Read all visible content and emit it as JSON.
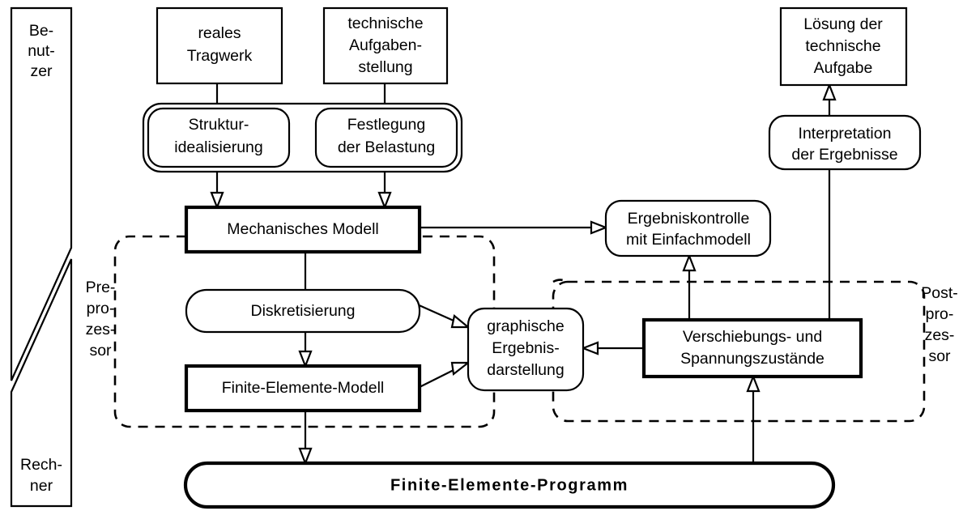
{
  "diagram": {
    "title": "Finite-Elemente-Methode Ablaufschema",
    "colors": {
      "line": "#000000",
      "fill": "#ffffff",
      "background": "#ffffff"
    },
    "lanes": [
      {
        "id": "lane-benutzer",
        "lines": [
          "Be-",
          "nut-",
          "zer"
        ]
      },
      {
        "id": "lane-rechner",
        "lines": [
          "Rech-",
          "ner"
        ]
      }
    ],
    "groups": [
      {
        "id": "group-preprozessor",
        "style": "dashed",
        "lines": [
          "Pre-",
          "pro-",
          "zes-",
          "sor"
        ]
      },
      {
        "id": "group-postprozessor",
        "style": "dashed",
        "lines": [
          "Post-",
          "pro-",
          "zes-",
          "sor"
        ]
      }
    ],
    "nodes": [
      {
        "id": "reales-tragwerk",
        "shape": "rect",
        "weight": "thin",
        "lines": [
          "reales",
          "Tragwerk"
        ]
      },
      {
        "id": "technische-aufgabenstellung",
        "shape": "rect",
        "weight": "thin",
        "lines": [
          "technische",
          "Aufgaben-",
          "stellung"
        ]
      },
      {
        "id": "strukturidealisierung",
        "shape": "rounded",
        "weight": "thin",
        "lines": [
          "Struktur-",
          "idealisierung"
        ]
      },
      {
        "id": "festlegung-der-belastung",
        "shape": "rounded",
        "weight": "thin",
        "lines": [
          "Festlegung",
          "der Belastung"
        ]
      },
      {
        "id": "mechanisches-modell",
        "shape": "rect",
        "weight": "thick",
        "lines": [
          "Mechanisches Modell"
        ]
      },
      {
        "id": "diskretisierung",
        "shape": "rounded",
        "weight": "thin",
        "lines": [
          "Diskretisierung"
        ]
      },
      {
        "id": "finite-elemente-modell",
        "shape": "rect",
        "weight": "thick",
        "lines": [
          "Finite-Elemente-Modell"
        ]
      },
      {
        "id": "graphische-ergebnisdarstellung",
        "shape": "rounded",
        "weight": "thin",
        "lines": [
          "graphische",
          "Ergebnis-",
          "darstellung"
        ]
      },
      {
        "id": "ergebniskontrolle",
        "shape": "rounded",
        "weight": "thin",
        "lines": [
          "Ergebniskontrolle",
          "mit Einfachmodell"
        ]
      },
      {
        "id": "verschiebungs-spannungszustaende",
        "shape": "rect",
        "weight": "thick",
        "lines": [
          "Verschiebungs- und",
          "Spannungszustände"
        ]
      },
      {
        "id": "interpretation",
        "shape": "rounded",
        "weight": "thin",
        "lines": [
          "Interpretation",
          "der Ergebnisse"
        ]
      },
      {
        "id": "loesung",
        "shape": "rect",
        "weight": "thin",
        "lines": [
          "Lösung der",
          "technische",
          "Aufgabe"
        ]
      },
      {
        "id": "finite-elemente-programm",
        "shape": "stadium",
        "weight": "thick",
        "lines": [
          "Finite-Elemente-Programm"
        ]
      }
    ],
    "node_text": {
      "reales_tragwerk_1": "reales",
      "reales_tragwerk_2": "Tragwerk",
      "technische_1": "technische",
      "technische_2": "Aufgaben-",
      "technische_3": "stellung",
      "struktur_1": "Struktur-",
      "struktur_2": "idealisierung",
      "festlegung_1": "Festlegung",
      "festlegung_2": "der Belastung",
      "mechanisches_modell": "Mechanisches Modell",
      "diskretisierung": "Diskretisierung",
      "fe_modell": "Finite-Elemente-Modell",
      "graphische_1": "graphische",
      "graphische_2": "Ergebnis-",
      "graphische_3": "darstellung",
      "ergebniskontrolle_1": "Ergebniskontrolle",
      "ergebniskontrolle_2": "mit Einfachmodell",
      "verschiebungs_1": "Verschiebungs- und",
      "verschiebungs_2": "Spannungszustände",
      "interpretation_1": "Interpretation",
      "interpretation_2": "der Ergebnisse",
      "loesung_1": "Lösung der",
      "loesung_2": "technische",
      "loesung_3": "Aufgabe",
      "fe_programm": "Finite-Elemente-Programm",
      "benutzer_1": "Be-",
      "benutzer_2": "nut-",
      "benutzer_3": "zer",
      "rechner_1": "Rech-",
      "rechner_2": "ner",
      "pre_1": "Pre-",
      "pre_2": "pro-",
      "pre_3": "zes-",
      "pre_4": "sor",
      "post_1": "Post-",
      "post_2": "pro-",
      "post_3": "zes-",
      "post_4": "sor"
    },
    "edges": [
      {
        "id": "edge-tragwerk-struktur",
        "from": "reales-tragwerk",
        "to": "strukturidealisierung",
        "arrow": false
      },
      {
        "id": "edge-aufgabenstellung-festlegung",
        "from": "technische-aufgabenstellung",
        "to": "festlegung-der-belastung",
        "arrow": false
      },
      {
        "id": "edge-struktur-modell",
        "from": "strukturidealisierung",
        "to": "mechanisches-modell",
        "arrow": true
      },
      {
        "id": "edge-festlegung-modell",
        "from": "festlegung-der-belastung",
        "to": "mechanisches-modell",
        "arrow": true
      },
      {
        "id": "edge-modell-diskretisierung",
        "from": "mechanisches-modell",
        "to": "diskretisierung",
        "arrow": false
      },
      {
        "id": "edge-diskretisierung-femodell",
        "from": "diskretisierung",
        "to": "finite-elemente-modell",
        "arrow": true
      },
      {
        "id": "edge-femodell-programm",
        "from": "finite-elemente-modell",
        "to": "finite-elemente-programm",
        "arrow": true
      },
      {
        "id": "edge-diskretisierung-graphische",
        "from": "diskretisierung",
        "to": "graphische-ergebnisdarstellung",
        "arrow": true
      },
      {
        "id": "edge-femodell-graphische",
        "from": "finite-elemente-modell",
        "to": "graphische-ergebnisdarstellung",
        "arrow": true
      },
      {
        "id": "edge-modell-ergebniskontrolle",
        "from": "mechanisches-modell",
        "to": "ergebniskontrolle",
        "arrow": true
      },
      {
        "id": "edge-verschiebungs-ergebniskontrolle",
        "from": "verschiebungs-spannungszustaende",
        "to": "ergebniskontrolle",
        "arrow": true
      },
      {
        "id": "edge-verschiebungs-graphische",
        "from": "verschiebungs-spannungszustaende",
        "to": "graphische-ergebnisdarstellung",
        "arrow": true
      },
      {
        "id": "edge-programm-verschiebungs",
        "from": "finite-elemente-programm",
        "to": "verschiebungs-spannungszustaende",
        "arrow": true
      },
      {
        "id": "edge-verschiebungs-interpretation",
        "from": "verschiebungs-spannungszustaende",
        "to": "interpretation",
        "arrow": false
      },
      {
        "id": "edge-interpretation-loesung",
        "from": "interpretation",
        "to": "loesung",
        "arrow": true
      }
    ]
  }
}
